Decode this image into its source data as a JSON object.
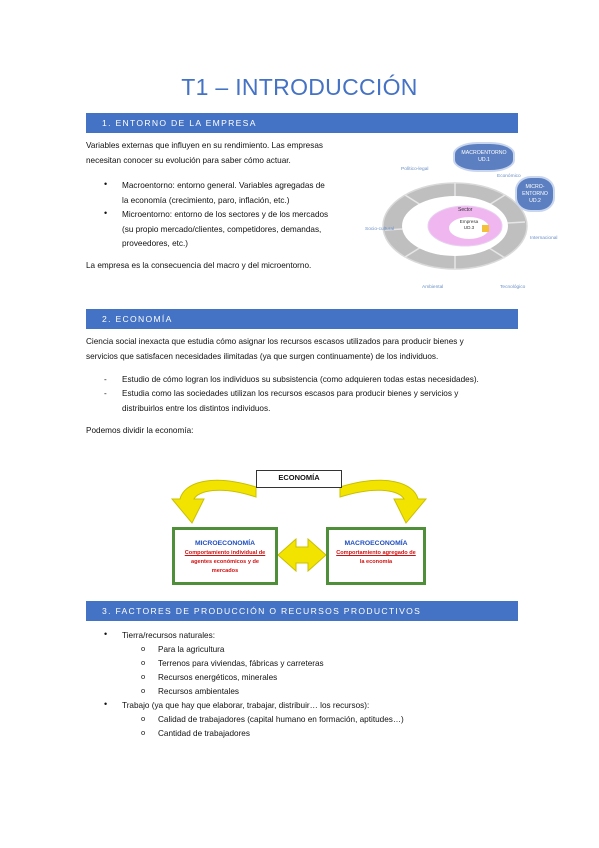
{
  "title": "T1 – INTRODUCCIÓN",
  "section1": {
    "heading": "1.  ENTORNO DE LA EMPRESA",
    "intro_line1": "Variables externas que influyen en su rendimiento. Las empresas",
    "intro_line2": "necesitan conocer su evolución para saber cómo actuar.",
    "bullets": [
      {
        "line1": "Macroentorno: entorno general. Variables agregadas de",
        "line2": "la economía (crecimiento, paro, inflación, etc.)"
      },
      {
        "line1": "Microentorno: entorno de los sectores y de los mercados",
        "line2": "(su propio mercado/clientes, competidores, demandas,",
        "line3": "proveedores, etc.)"
      }
    ],
    "conclusion": "La empresa es la consecuencia del macro y del microentorno.",
    "diagram": {
      "cloud_macro": "MACROENTORNO UD.1",
      "cloud_micro": "MICRO-ENTORNO UD.2",
      "label_politico": "Político-legal",
      "label_economico": "Económico",
      "label_sociocultural": "Socio-cultural",
      "label_internacional": "Internacional",
      "label_ambiental": "Ambiental",
      "label_tecnologico": "Tecnológico",
      "center_sector": "Sector",
      "center_empresa": "Empresa UD.3"
    }
  },
  "section2": {
    "heading": "2.  ECONOMÍA",
    "para_line1": "Ciencia social inexacta que estudia cómo asignar los recursos escasos utilizados para producir bienes y",
    "para_line2": "servicios que satisfacen necesidades ilimitadas (ya que surgen continuamente) de los individuos.",
    "dash_items": [
      {
        "line1": "Estudio de cómo logran los individuos su subsistencia (como adquieren todas estas necesidades)."
      },
      {
        "line1": "Estudia como las sociedades utilizan los recursos escasos para producir bienes y servicios y",
        "line2": "distribuirlos entre los distintos individuos."
      }
    ],
    "divide": "Podemos dividir la economía:",
    "diagram": {
      "economia": "ECONOMÍA",
      "micro_title": "MICROECONOMÍA",
      "micro_sub_line1": "Comportamiento individual de",
      "micro_sub_line2": "agentes económicos y de",
      "micro_sub_line3": "mercados",
      "macro_title": "MACROECONOMÍA",
      "macro_sub_line1": "Comportamiento agregado de",
      "macro_sub_line2": "la economía"
    }
  },
  "section3": {
    "heading": "3.  FACTORES DE PRODUCCIÓN O RECURSOS PRODUCTIVOS",
    "items": [
      {
        "label": "Tierra/recursos naturales:",
        "subs": [
          "Para la agricultura",
          "Terrenos para viviendas, fábricas y carreteras",
          "Recursos energéticos, minerales",
          "Recursos ambientales"
        ]
      },
      {
        "label": "Trabajo (ya que hay que elaborar, trabajar, distribuir… los recursos):",
        "subs": [
          "Calidad de trabajadores (capital humano en formación, aptitudes…)",
          "Cantidad de trabajadores"
        ]
      }
    ]
  },
  "colors": {
    "accent": "#4472c4",
    "green": "#4f8f3a",
    "red": "#d01010",
    "arrow_yellow": "#f2e400"
  }
}
